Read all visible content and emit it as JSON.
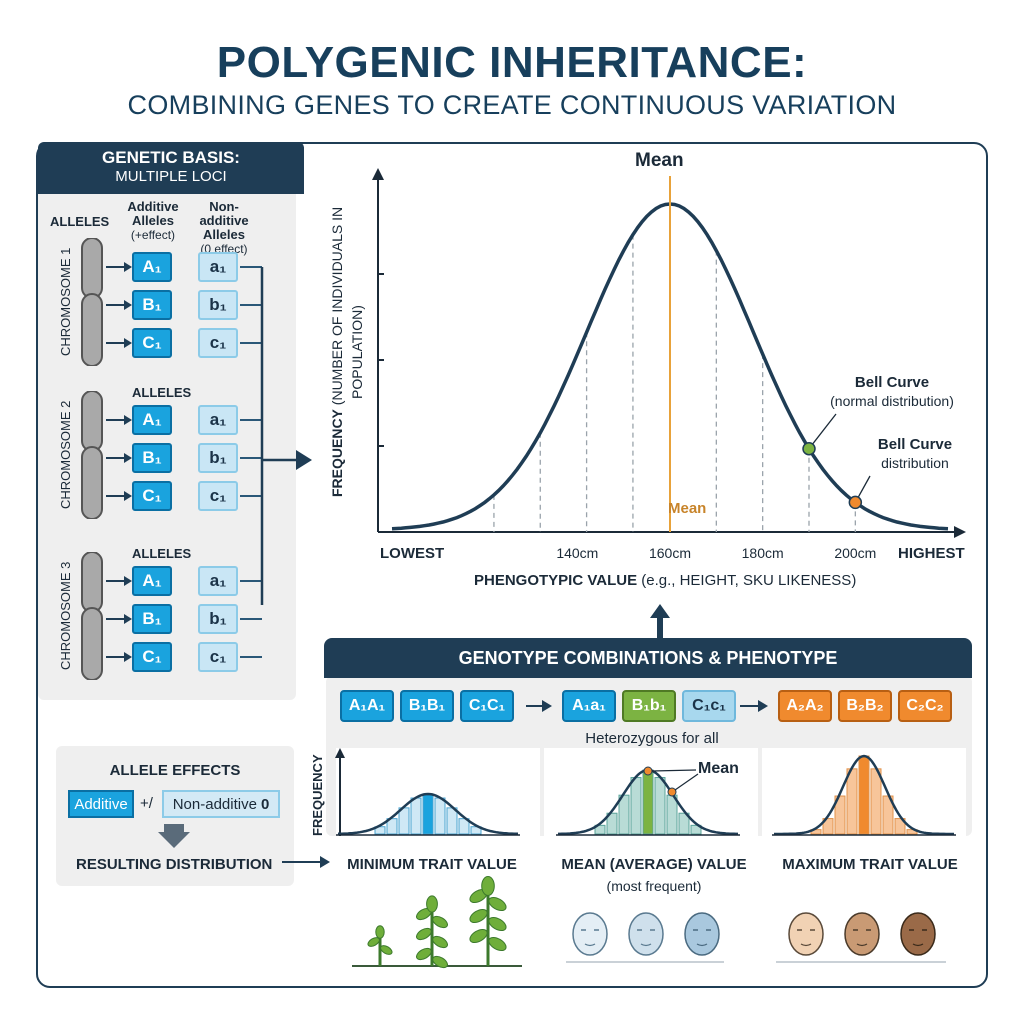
{
  "title": {
    "main": "POLYGENIC INHERITANCE:",
    "sub": "COMBINING GENES TO CREATE CONTINUOUS VARIATION"
  },
  "genetic_basis": {
    "header_line1": "GENETIC BASIS:",
    "header_line2": "MULTIPLE LOCI",
    "col_alleles": "ALLELES",
    "col_additive": "Additive Alleles",
    "col_additive_sub": "(+effect)",
    "col_nonadditive": "Non-additive Alleles",
    "col_nonadditive_sub": "(0 effect)",
    "chromosomes": [
      {
        "label": "CHROMOSOME 1",
        "alleles_label": "",
        "pairs": [
          [
            "A₁",
            "a₁"
          ],
          [
            "B₁",
            "b₁"
          ],
          [
            "C₁",
            "c₁"
          ]
        ]
      },
      {
        "label": "CHROMOSOME 2",
        "alleles_label": "ALLELES",
        "pairs": [
          [
            "A₁",
            "a₁"
          ],
          [
            "B₁",
            "b₁"
          ],
          [
            "C₁",
            "c₁"
          ]
        ]
      },
      {
        "label": "CHROMOSOME 3",
        "alleles_label": "ALLELES",
        "pairs": [
          [
            "A₁",
            "a₁"
          ],
          [
            "B₁",
            "b₁"
          ],
          [
            "C₁",
            "c₁"
          ]
        ]
      }
    ]
  },
  "allele_effects": {
    "title": "ALLELE EFFECTS",
    "additive": "Additive",
    "sep": "+/",
    "nonadditive": "Non-additive",
    "nonadditive_val": "0",
    "result": "RESULTING DISTRIBUTION"
  },
  "chart_data": {
    "type": "line",
    "title": "",
    "xlabel_bold": "PHENGOTYPIC VALUE",
    "xlabel_rest": "(e.g., HEIGHT, SKU LIKENESS)",
    "ylabel_bold": "FREQUENCY",
    "ylabel_rest": "(NUMBER OF INDIVIDUALS IN POPULATION)",
    "x_start_label": "LOWEST",
    "x_end_label": "HIGHEST",
    "x_ticks": [
      140,
      160,
      180,
      200
    ],
    "x_tick_labels": [
      "140cm",
      "160cm",
      "180cm",
      "200cm"
    ],
    "xlim": [
      100,
      220
    ],
    "mean": 160,
    "sd": 18,
    "mean_label_top": "Mean",
    "mean_label_bottom": "Mean",
    "dashed_x": [
      122,
      132,
      142,
      152,
      170,
      180,
      190,
      200
    ],
    "annotations": [
      {
        "x": 190,
        "title": "Bell Curve",
        "text": "(normal distribution)",
        "color": "#7cb342"
      },
      {
        "x": 200,
        "title": "Bell Curve",
        "text": "distribution",
        "color": "#f08a2e"
      }
    ]
  },
  "genotype": {
    "header": "GENOTYPE COMBINATIONS & PHENOTYPE",
    "groups": [
      {
        "chips": [
          "A₁A₁",
          "B₁B₁",
          "C₁C₁"
        ],
        "colors": [
          "blue",
          "blue",
          "blue"
        ],
        "note": "",
        "label": "MINIMUM TRAIT VALUE",
        "sublabel": ""
      },
      {
        "chips": [
          "A₁a₁",
          "B₁b₁",
          "C₁c₁"
        ],
        "colors": [
          "blue",
          "green",
          "lt"
        ],
        "note": "Heterozygous for all",
        "label": "MEAN (AVERAGE) VALUE",
        "sublabel": "(most frequent)"
      },
      {
        "chips": [
          "A₂A₂",
          "B₂B₂",
          "C₂C₂"
        ],
        "colors": [
          "orange",
          "orange",
          "orange"
        ],
        "note": "",
        "label": "MAXIMUM TRAIT VALUE",
        "sublabel": ""
      }
    ],
    "freq_label": "FREQUENCY",
    "mean_label": "Mean"
  },
  "colors": {
    "navy": "#1f3d55",
    "blue": "#1aa3de",
    "orange": "#f08a2e",
    "green": "#7cb342",
    "mean_line": "#e8a23a"
  }
}
